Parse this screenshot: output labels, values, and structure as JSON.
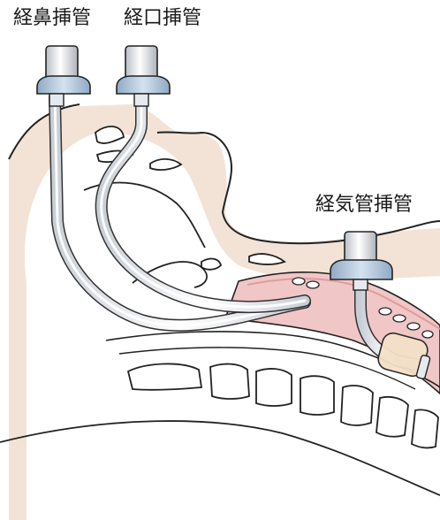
{
  "labels": {
    "nasal": "経鼻挿管",
    "oral": "経口挿管",
    "tracheal": "経気管挿管"
  }
}
